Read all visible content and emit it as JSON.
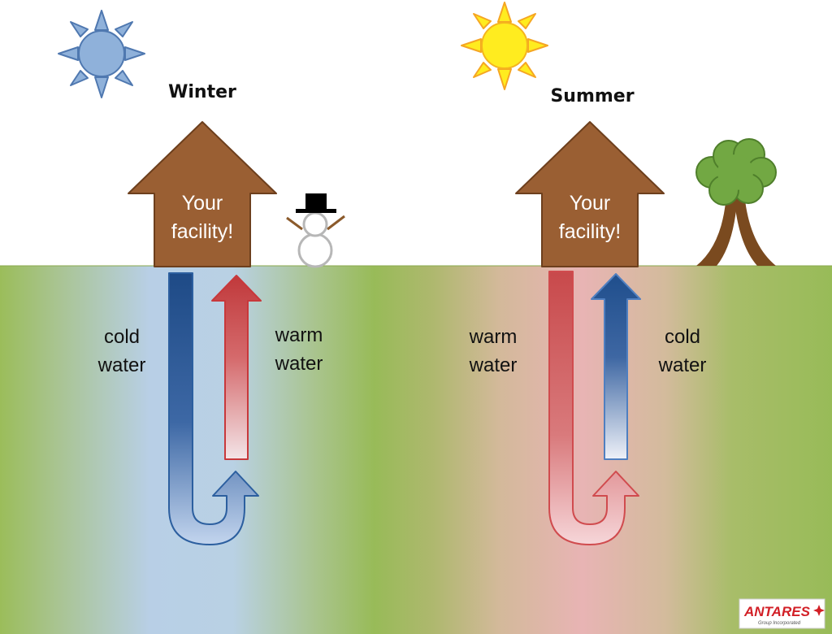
{
  "winter": {
    "title": "Winter",
    "house_line1": "Your",
    "house_line2": "facility!",
    "left_label_line1": "cold",
    "left_label_line2": "water",
    "right_label_line1": "warm",
    "right_label_line2": "water",
    "sun_color": "#8fb1da",
    "sun_ray_color": "#6f97c9"
  },
  "summer": {
    "title": "Summer",
    "house_line1": "Your",
    "house_line2": "facility!",
    "left_label_line1": "warm",
    "left_label_line2": "water",
    "right_label_line1": "cold",
    "right_label_line2": "water",
    "sun_color": "#ffec1f",
    "sun_ray_color": "#ffc83c"
  },
  "logo": {
    "name": "ANTARES",
    "subtitle": "Group Incorporated"
  },
  "colors": {
    "ground_green": "#9bbd5a",
    "house_brown": "#9a5f33",
    "cold_blue": "#1f4e8c",
    "warm_red": "#c8494b",
    "tree_green": "#72a843",
    "tree_trunk": "#7a4a1f",
    "logo_red": "#d21f26"
  },
  "icons": [
    "blue-sun-icon",
    "yellow-sun-icon",
    "house-icon",
    "snowman-icon",
    "tree-icon"
  ]
}
